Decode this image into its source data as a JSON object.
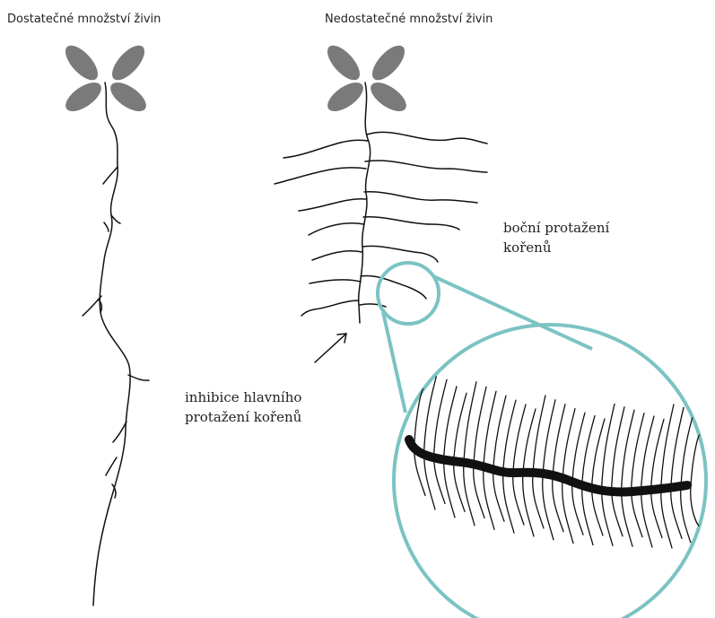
{
  "labels": {
    "left_title": "Dostatečné množství živin",
    "right_title": "Nedostatečné množství živin",
    "lateral_line1": "boční protažení",
    "lateral_line2": "kořenů",
    "inhibition_line1": "inhibice hlavního",
    "inhibition_line2": "protažení kořenů"
  },
  "colors": {
    "leaf": "#7a7a7a",
    "root": "#111111",
    "magnifier": "#7cc3c3"
  }
}
